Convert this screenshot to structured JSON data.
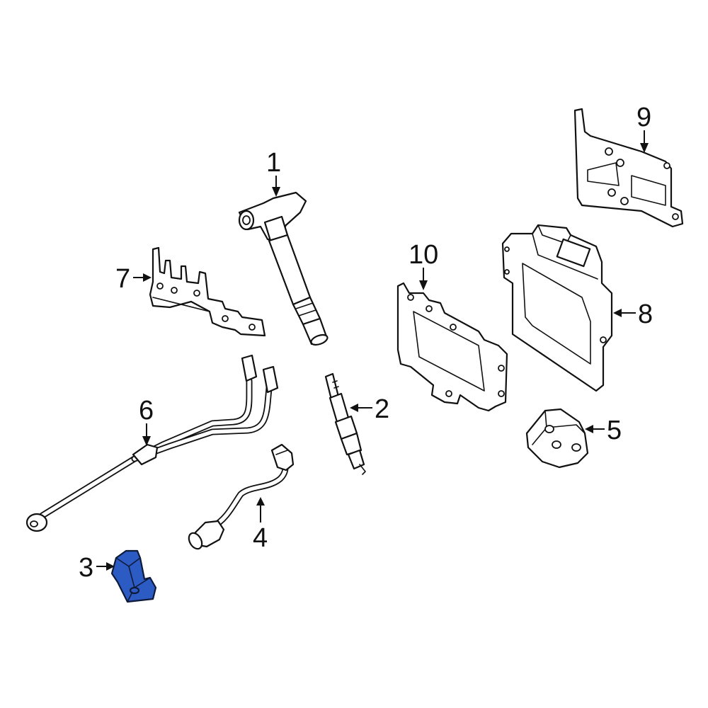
{
  "diagram": {
    "highlight_color": "#2d5bc4",
    "line_color": "#111111",
    "callouts": [
      {
        "id": "1",
        "label": "1"
      },
      {
        "id": "2",
        "label": "2"
      },
      {
        "id": "3",
        "label": "3",
        "highlighted": true
      },
      {
        "id": "4",
        "label": "4"
      },
      {
        "id": "5",
        "label": "5"
      },
      {
        "id": "6",
        "label": "6"
      },
      {
        "id": "7",
        "label": "7"
      },
      {
        "id": "8",
        "label": "8"
      },
      {
        "id": "9",
        "label": "9"
      },
      {
        "id": "10",
        "label": "10"
      }
    ]
  }
}
